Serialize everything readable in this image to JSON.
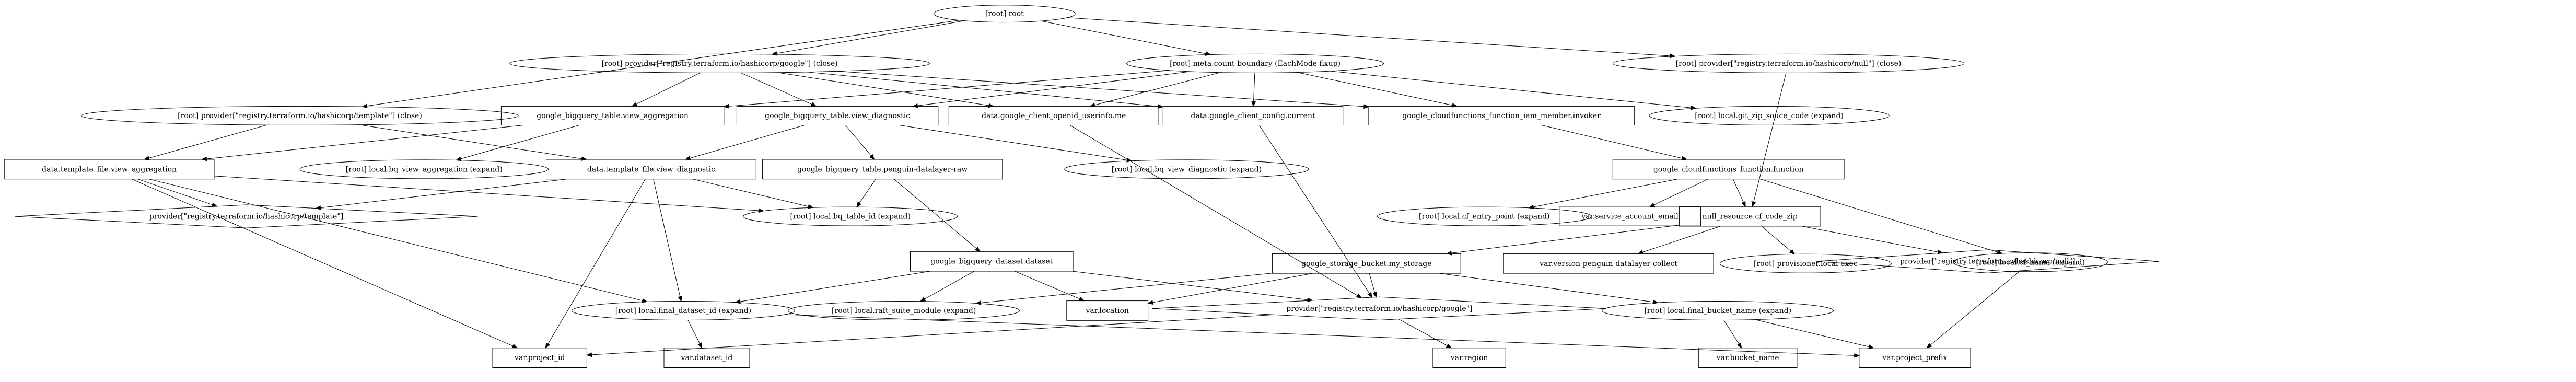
{
  "graph": {
    "nodes": [
      {
        "id": "root",
        "label": "[root] root",
        "shape": "ellipse"
      },
      {
        "id": "prov_google_close",
        "label": "[root] provider[\"registry.terraform.io/hashicorp/google\"] (close)",
        "shape": "ellipse"
      },
      {
        "id": "meta_count",
        "label": "[root] meta.count-boundary (EachMode fixup)",
        "shape": "ellipse"
      },
      {
        "id": "prov_null_close",
        "label": "[root] provider[\"registry.terraform.io/hashicorp/null\"] (close)",
        "shape": "ellipse"
      },
      {
        "id": "prov_template_close",
        "label": "[root] provider[\"registry.terraform.io/hashicorp/template\"] (close)",
        "shape": "ellipse"
      },
      {
        "id": "bq_view_agg",
        "label": "google_bigquery_table.view_aggregation",
        "shape": "box"
      },
      {
        "id": "bq_view_diag",
        "label": "google_bigquery_table.view_diagnostic",
        "shape": "box"
      },
      {
        "id": "openid",
        "label": "data.google_client_openid_userinfo.me",
        "shape": "box"
      },
      {
        "id": "client_config",
        "label": "data.google_client_config.current",
        "shape": "box"
      },
      {
        "id": "iam_invoker",
        "label": "google_cloudfunctions_function_iam_member.invoker",
        "shape": "box"
      },
      {
        "id": "git_zip",
        "label": "[root] local.git_zip_souce_code (expand)",
        "shape": "ellipse"
      },
      {
        "id": "tpl_agg",
        "label": "data.template_file.view_aggregation",
        "shape": "box"
      },
      {
        "id": "local_bq_view_agg",
        "label": "[root] local.bq_view_aggregation (expand)",
        "shape": "ellipse"
      },
      {
        "id": "tpl_diag",
        "label": "data.template_file.view_diagnostic",
        "shape": "box"
      },
      {
        "id": "bq_raw",
        "label": "google_bigquery_table.penguin-datalayer-raw",
        "shape": "box"
      },
      {
        "id": "local_bq_view_diag",
        "label": "[root] local.bq_view_diagnostic (expand)",
        "shape": "ellipse"
      },
      {
        "id": "cf_function",
        "label": "google_cloudfunctions_function.function",
        "shape": "box"
      },
      {
        "id": "prov_template",
        "label": "provider[\"registry.terraform.io/hashicorp/template\"]",
        "shape": "diamond"
      },
      {
        "id": "local_bq_table_id",
        "label": "[root] local.bq_table_id (expand)",
        "shape": "ellipse"
      },
      {
        "id": "cf_entry",
        "label": "[root] local.cf_entry_point (expand)",
        "shape": "ellipse"
      },
      {
        "id": "svc_email",
        "label": "var.service_account_email",
        "shape": "box"
      },
      {
        "id": "null_cf_zip",
        "label": "null_resource.cf_code_zip",
        "shape": "box"
      },
      {
        "id": "bq_dataset",
        "label": "google_bigquery_dataset.dataset",
        "shape": "box"
      },
      {
        "id": "storage_bucket",
        "label": "google_storage_bucket.my_storage",
        "shape": "box"
      },
      {
        "id": "var_collect",
        "label": "var.version-penguin-datalayer-collect",
        "shape": "box"
      },
      {
        "id": "prov_local_exec",
        "label": "[root] provisioner.local-exec",
        "shape": "ellipse"
      },
      {
        "id": "prov_null",
        "label": "provider[\"registry.terraform.io/hashicorp/null\"]",
        "shape": "diamond"
      },
      {
        "id": "cf_name",
        "label": "[root] local.cf_name (expand)",
        "shape": "ellipse"
      },
      {
        "id": "final_dataset",
        "label": "[root] local.final_dataset_id (expand)",
        "shape": "ellipse"
      },
      {
        "id": "raft_suite",
        "label": "[root] local.raft_suite_module (expand)",
        "shape": "ellipse"
      },
      {
        "id": "var_location",
        "label": "var.location",
        "shape": "box"
      },
      {
        "id": "prov_google",
        "label": "provider[\"registry.terraform.io/hashicorp/google\"]",
        "shape": "diamond"
      },
      {
        "id": "final_bucket",
        "label": "[root] local.final_bucket_name (expand)",
        "shape": "ellipse"
      },
      {
        "id": "var_project_id",
        "label": "var.project_id",
        "shape": "box"
      },
      {
        "id": "var_dataset_id",
        "label": "var.dataset_id",
        "shape": "box"
      },
      {
        "id": "var_region",
        "label": "var.region",
        "shape": "box"
      },
      {
        "id": "var_bucket_name",
        "label": "var.bucket_name",
        "shape": "box"
      },
      {
        "id": "var_project_prefix",
        "label": "var.project_prefix",
        "shape": "box"
      }
    ],
    "edges": [
      {
        "from": "root",
        "to": "prov_google_close"
      },
      {
        "from": "root",
        "to": "meta_count"
      },
      {
        "from": "root",
        "to": "prov_null_close"
      },
      {
        "from": "root",
        "to": "prov_template_close"
      },
      {
        "from": "prov_google_close",
        "to": "bq_view_agg"
      },
      {
        "from": "prov_google_close",
        "to": "bq_view_diag"
      },
      {
        "from": "prov_google_close",
        "to": "openid"
      },
      {
        "from": "prov_google_close",
        "to": "client_config"
      },
      {
        "from": "prov_google_close",
        "to": "iam_invoker"
      },
      {
        "from": "meta_count",
        "to": "bq_view_agg"
      },
      {
        "from": "meta_count",
        "to": "bq_view_diag"
      },
      {
        "from": "meta_count",
        "to": "openid"
      },
      {
        "from": "meta_count",
        "to": "client_config"
      },
      {
        "from": "meta_count",
        "to": "iam_invoker"
      },
      {
        "from": "meta_count",
        "to": "git_zip"
      },
      {
        "from": "prov_null_close",
        "to": "null_cf_zip"
      },
      {
        "from": "prov_template_close",
        "to": "tpl_agg"
      },
      {
        "from": "prov_template_close",
        "to": "tpl_diag"
      },
      {
        "from": "bq_view_agg",
        "to": "tpl_agg"
      },
      {
        "from": "bq_view_agg",
        "to": "local_bq_view_agg"
      },
      {
        "from": "bq_view_diag",
        "to": "tpl_diag"
      },
      {
        "from": "bq_view_diag",
        "to": "bq_raw"
      },
      {
        "from": "bq_view_diag",
        "to": "local_bq_view_diag"
      },
      {
        "from": "openid",
        "to": "prov_google"
      },
      {
        "from": "client_config",
        "to": "prov_google"
      },
      {
        "from": "iam_invoker",
        "to": "cf_function"
      },
      {
        "from": "tpl_agg",
        "to": "prov_template"
      },
      {
        "from": "tpl_agg",
        "to": "local_bq_table_id"
      },
      {
        "from": "tpl_agg",
        "to": "final_dataset"
      },
      {
        "from": "tpl_agg",
        "to": "var_project_id"
      },
      {
        "from": "tpl_diag",
        "to": "prov_template"
      },
      {
        "from": "tpl_diag",
        "to": "local_bq_table_id"
      },
      {
        "from": "tpl_diag",
        "to": "final_dataset"
      },
      {
        "from": "tpl_diag",
        "to": "var_project_id"
      },
      {
        "from": "bq_raw",
        "to": "local_bq_table_id"
      },
      {
        "from": "bq_raw",
        "to": "bq_dataset"
      },
      {
        "from": "cf_function",
        "to": "cf_entry"
      },
      {
        "from": "cf_function",
        "to": "svc_email"
      },
      {
        "from": "cf_function",
        "to": "null_cf_zip"
      },
      {
        "from": "cf_function",
        "to": "cf_name"
      },
      {
        "from": "null_cf_zip",
        "to": "storage_bucket"
      },
      {
        "from": "null_cf_zip",
        "to": "var_collect"
      },
      {
        "from": "null_cf_zip",
        "to": "prov_local_exec"
      },
      {
        "from": "null_cf_zip",
        "to": "prov_null"
      },
      {
        "from": "bq_dataset",
        "to": "final_dataset"
      },
      {
        "from": "bq_dataset",
        "to": "raft_suite"
      },
      {
        "from": "bq_dataset",
        "to": "var_location"
      },
      {
        "from": "bq_dataset",
        "to": "prov_google"
      },
      {
        "from": "storage_bucket",
        "to": "raft_suite"
      },
      {
        "from": "storage_bucket",
        "to": "var_location"
      },
      {
        "from": "storage_bucket",
        "to": "prov_google"
      },
      {
        "from": "storage_bucket",
        "to": "final_bucket"
      },
      {
        "from": "cf_name",
        "to": "var_project_prefix"
      },
      {
        "from": "final_dataset",
        "to": "var_dataset_id"
      },
      {
        "from": "final_dataset",
        "to": "var_project_prefix"
      },
      {
        "from": "prov_google",
        "to": "var_project_id"
      },
      {
        "from": "prov_google",
        "to": "var_region"
      },
      {
        "from": "final_bucket",
        "to": "var_bucket_name"
      },
      {
        "from": "final_bucket",
        "to": "var_project_prefix"
      }
    ]
  }
}
